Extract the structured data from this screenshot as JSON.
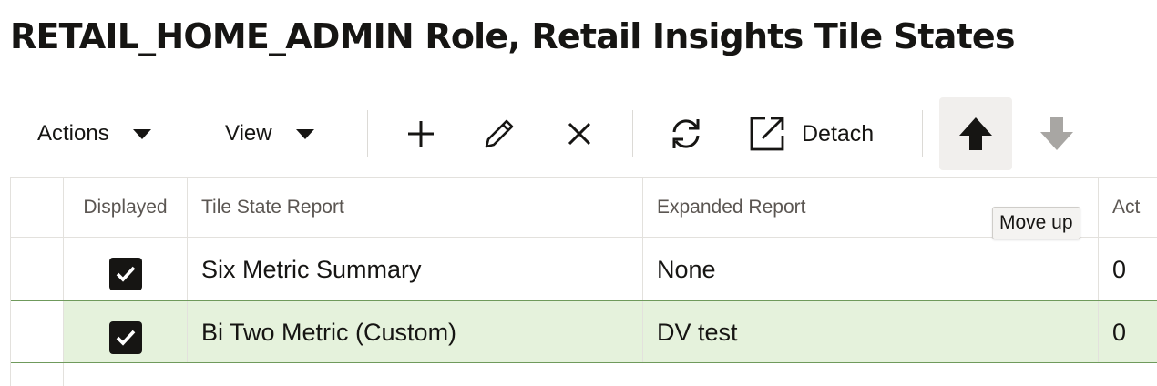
{
  "page": {
    "title": "RETAIL_HOME_ADMIN Role, Retail Insights Tile States"
  },
  "toolbar": {
    "actions_label": "Actions",
    "view_label": "View",
    "add_icon": "plus-icon",
    "edit_icon": "pencil-icon",
    "delete_icon": "close-icon",
    "refresh_icon": "refresh-icon",
    "detach_icon": "detach-icon",
    "detach_label": "Detach",
    "move_up_icon": "arrow-up-icon",
    "move_down_icon": "arrow-down-icon"
  },
  "tooltip": {
    "text": "Move up"
  },
  "table": {
    "columns": [
      "",
      "Displayed",
      "Tile State Report",
      "Expanded Report",
      "Act"
    ],
    "rows": [
      {
        "displayed": true,
        "tile_state_report": "Six Metric Summary",
        "expanded_report": "None",
        "act": "0",
        "selected": false
      },
      {
        "displayed": true,
        "tile_state_report": "Bi Two Metric (Custom)",
        "expanded_report": "DV test",
        "act": "0",
        "selected": true
      }
    ]
  },
  "colors": {
    "selected_row_bg": "#e5f2dc",
    "selected_row_border": "#6f9a5c",
    "text": "#161513",
    "disabled_icon": "#a8a6a3"
  }
}
